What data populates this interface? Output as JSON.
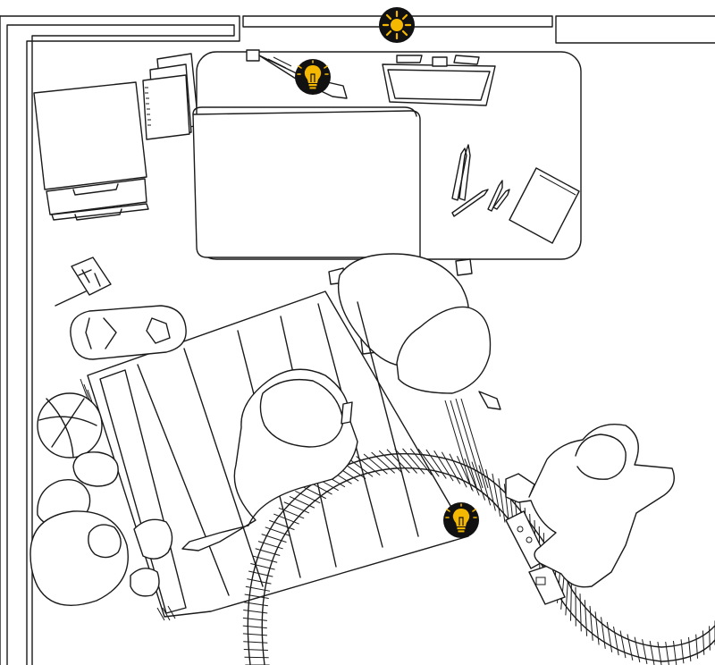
{
  "colors": {
    "line": "#1a1a1a",
    "hotspot_fill": "#111111",
    "hotspot_accent": "#f5b800",
    "background": "#ffffff"
  },
  "hotspots": [
    {
      "id": "ceiling-light",
      "icon": "sun-icon"
    },
    {
      "id": "desk-lamp",
      "icon": "lightbulb-icon"
    },
    {
      "id": "floor-toy-train",
      "icon": "lightbulb-icon"
    }
  ]
}
